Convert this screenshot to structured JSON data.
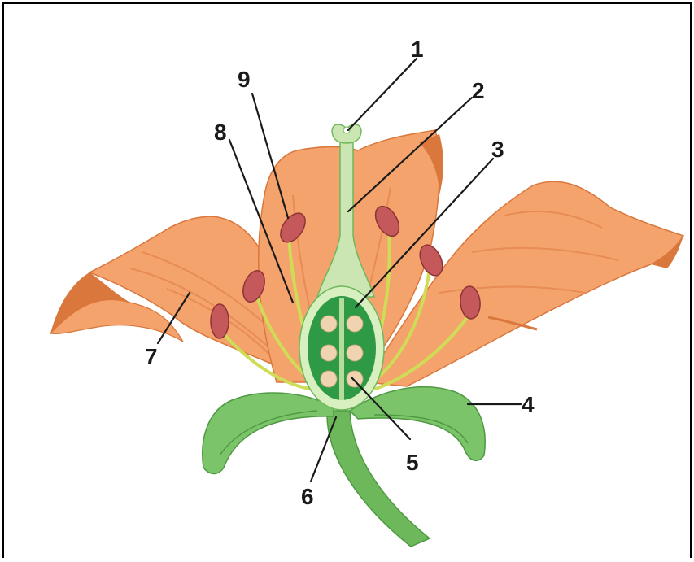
{
  "diagram": {
    "labels": {
      "l1": "1",
      "l2": "2",
      "l3": "3",
      "l4": "4",
      "l5": "5",
      "l6": "6",
      "l7": "7",
      "l8": "8",
      "l9": "9"
    },
    "colors": {
      "petal": "#f4a36c",
      "petal_shadow": "#d9773c",
      "petal_light": "#f9c39b",
      "sepal": "#7cc46a",
      "sepal_dark": "#4e9a42",
      "stem": "#6eb85c",
      "ovary_wall": "#2e9a45",
      "ovary_rim": "#d8efc0",
      "ovule": "#f0d3b0",
      "anther": "#c4585a",
      "filament": "#cfdc55",
      "border": "#000000"
    }
  }
}
